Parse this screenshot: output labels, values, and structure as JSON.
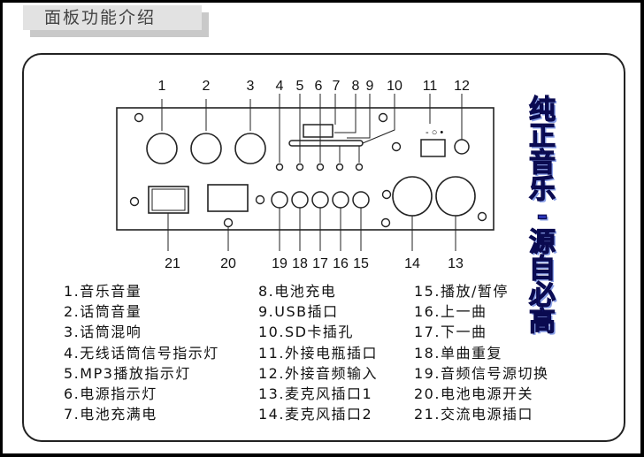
{
  "title": "面板功能介绍",
  "slogan": [
    "纯",
    "正",
    "音",
    "乐",
    "-",
    "源",
    "自",
    "必",
    "高"
  ],
  "labels": [
    "1",
    "2",
    "3",
    "4",
    "5",
    "6",
    "7",
    "8",
    "9",
    "10",
    "11",
    "12",
    "13",
    "14",
    "15",
    "16",
    "17",
    "18",
    "19",
    "20",
    "21"
  ],
  "legend": {
    "col1": [
      "1.音乐音量",
      "2.话筒音量",
      "3.话筒混响",
      "4.无线话筒信号指示灯",
      "5.MP3播放指示灯",
      "6.电源指示灯",
      "7.电池充满电"
    ],
    "col2": [
      "8.电池充电",
      "9.USB插口",
      "10.SD卡插孔",
      "11.外接电瓶插口",
      "12.外接音频输入",
      "13.麦克风插口1",
      "14.麦克风插口2"
    ],
    "col3": [
      "15.播放/暂停",
      "16.上一曲",
      "17.下一曲",
      "18.单曲重复",
      "19.音频信号源切换",
      "20.电池电源开关",
      "21.交流电源插口"
    ]
  },
  "power_switch_symbols": "- ○ •"
}
